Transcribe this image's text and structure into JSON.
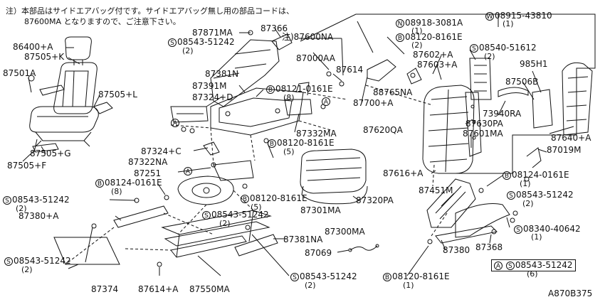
{
  "note": {
    "line1": "注）本部品はサイドエアバッグ付です。サイドエアバッグ無し用の部品コードは、",
    "line2": "87600MA となりますので、ご注意下さい。"
  },
  "diagram_code": "A870B375",
  "markers": {
    "s": "S",
    "b": "B",
    "n": "N",
    "w": "W",
    "a": "A"
  },
  "labels": {
    "p86400A": "86400+A",
    "p87505K": "87505+K",
    "p87501A": "87501A",
    "p87505L": "87505+L",
    "p87505G": "87505+G",
    "p87505F": "87505+F",
    "p87871MA": "87871MA",
    "p87366": "87366",
    "s08543a": "08543-51242",
    "q2a": "(2)",
    "p87600NA": "注)87600NA",
    "p87381N": "87381N",
    "p87391M": "87391M",
    "p87324D": "87324+D",
    "b08121": "08121-0161E",
    "q8a": "(8)",
    "p87000AA": "87000AA",
    "p87614": "87614",
    "p87332MA": "87332MA",
    "p87324C": "87324+C",
    "p87322NA": "87322NA",
    "b08120a": "08120-8161E",
    "q5a": "(5)",
    "p87251": "87251",
    "b08124a": "08124-0161E",
    "q8b": "(8)",
    "s08543b": "08543-51242",
    "q2b": "(2)",
    "p87380A": "87380+A",
    "b08120b": "08120-8161E",
    "q5b": "(5)",
    "s08543c": "08543-51242",
    "q2c": "(2)",
    "p87301MA": "87301MA",
    "p87320PA": "87320PA",
    "p87300MA": "87300MA",
    "p87381NA": "87381NA",
    "p87069": "87069",
    "s08543d": "08543-51242",
    "q2d": "(2)",
    "s08543e": "08543-51242",
    "q2e": "(2)",
    "p87374": "87374",
    "p87614A": "87614+A",
    "p87550MA": "87550MA",
    "b08120c": "08120-8161E",
    "q1c": "(1)",
    "n08918": "08918-3081A",
    "q1n": "(1)",
    "w08915": "08915-43810",
    "q1w": "(1)",
    "b08120d": "08120-8161E",
    "q2f": "(2)",
    "p87602A": "87602+A",
    "s08540": "08540-51612",
    "q2g": "(2)",
    "p87603A": "87603+A",
    "p985H1": "985H1",
    "p88765NA": "88765NA",
    "p87506B": "87506B",
    "p87700A": "87700+A",
    "p73940RA": "73940RA",
    "p87630PA": "87630PA",
    "p87620QA": "87620QA",
    "p87601MA": "87601MA",
    "p87640A": "87640+A",
    "p87019M": "87019M",
    "p87616A": "87616+A",
    "b08124b": "08124-0161E",
    "q1b": "(1)",
    "p87451M": "87451M",
    "s08543f": "08543-51242",
    "q2h": "(2)",
    "s08340": "08340-40642",
    "q1s": "(1)",
    "p87380": "87380",
    "p87368": "87368",
    "s08543g": "08543-51242",
    "q6": "(6)"
  }
}
